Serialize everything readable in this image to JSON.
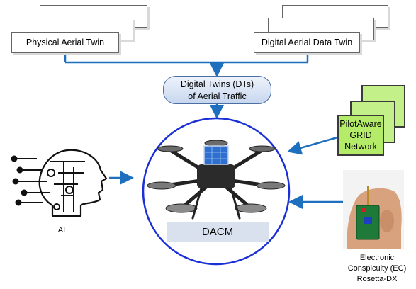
{
  "physical_twin": {
    "label": "Physical Aerial Twin"
  },
  "digital_twin": {
    "label": "Digital Aerial Data Twin"
  },
  "dt_box": {
    "line1": "Digital Twins (DTs)",
    "line2": "of Aerial Traffic"
  },
  "pilotaware": {
    "line1": "PilotAware",
    "line2": "GRID",
    "line3": "Network"
  },
  "ai": {
    "label": "AI"
  },
  "dacm": {
    "label": "DACM"
  },
  "ec": {
    "line1": "Electronic",
    "line2": "Conspicuity (EC)",
    "line3": "Rosetta-DX"
  },
  "colors": {
    "arrow": "#1f6fbf",
    "circle": "#1b2fd6",
    "grid_fill": "#b4ec6a",
    "dacm_bar": "#d9e1ee"
  }
}
